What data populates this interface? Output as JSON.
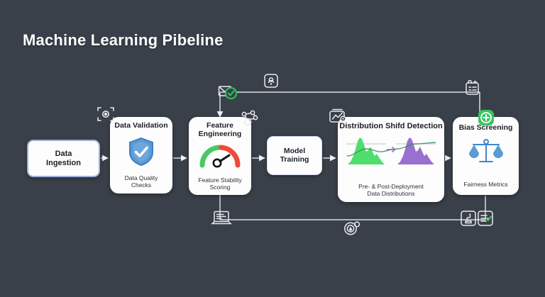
{
  "page": {
    "title": "Machine Learning Pibeline",
    "background_color": "#3a4049",
    "card_color": "#fdfdfd",
    "wire_color": "#e8eaed"
  },
  "nodes": [
    {
      "id": "data-ingestion",
      "title": "Data\nIngestion",
      "title_line1": "Data",
      "title_line2": "Ingestion",
      "subtitle": "",
      "icon": "none",
      "accent": "#9fb0dd"
    },
    {
      "id": "data-validation",
      "title_line1": "Data Validation",
      "title_line2": "",
      "subtitle_line1": "Data Quality",
      "subtitle_line2": "Checks",
      "icon": "shield-check-icon",
      "accent": "#4a90d9"
    },
    {
      "id": "feature-engineering",
      "title_line1": "Feature",
      "title_line2": "Engineering",
      "subtitle_line1": "Feature Stability",
      "subtitle_line2": "Scoring",
      "icon": "gauge-icon",
      "accent_low": "#4cc764",
      "accent_high": "#ef4a3a"
    },
    {
      "id": "model-training",
      "title_line1": "Model",
      "title_line2": "Training",
      "subtitle": "",
      "icon": "none",
      "accent": "#cfdcf0"
    },
    {
      "id": "distribution-shift-detection",
      "title_line1": "Distribution Shifd Detection",
      "subtitle_line1": "Pre- & Post-Deployment",
      "subtitle_line2": "Data Distributions",
      "icon": "distribution-chart-icon",
      "accent_pre": "#4ede6e",
      "accent_post": "#9b6fd0"
    },
    {
      "id": "bias-screening",
      "title_line1": "Bias Screening",
      "subtitle_line1": "Fairness Metrics",
      "icon": "scales-icon",
      "accent": "#3f86d0"
    }
  ],
  "badges": [
    {
      "id": "scan-target-badge",
      "icon": "scan-target-icon"
    },
    {
      "id": "feature-graph-badge",
      "icon": "network-graph-icon"
    },
    {
      "id": "chart-trend-badge",
      "icon": "chart-trend-icon"
    },
    {
      "id": "bias-plus-badge",
      "icon": "green-plus-circle-icon"
    },
    {
      "id": "validated-badge",
      "icon": "green-check-circle-icon"
    },
    {
      "id": "lamp-badge",
      "icon": "lamp-icon"
    },
    {
      "id": "clipboard-badge",
      "icon": "clipboard-lines-icon"
    },
    {
      "id": "laptop-badge",
      "icon": "laptop-icon"
    },
    {
      "id": "shield-drop-badge",
      "icon": "shield-drop-icon"
    },
    {
      "id": "stamp-badge",
      "icon": "stamp-icon"
    },
    {
      "id": "checklist-badge",
      "icon": "checklist-check-icon"
    }
  ],
  "flow": {
    "forward_arrows": 5,
    "feedback_top_label": "",
    "feedback_bottom_label": ""
  }
}
